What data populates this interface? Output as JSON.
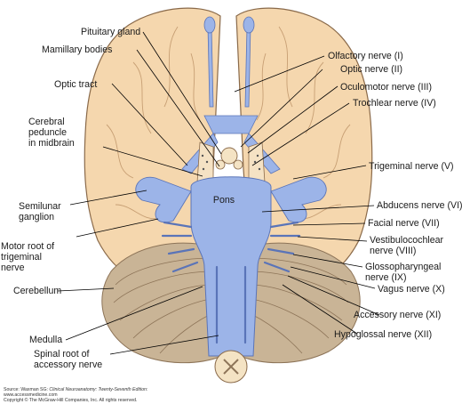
{
  "labels": {
    "pituitary_gland": "Pituitary gland",
    "mamillary_bodies": "Mamillary bodies",
    "optic_tract": "Optic tract",
    "cerebral_peduncle": [
      "Cerebral",
      "peduncle",
      "in midbrain"
    ],
    "semilunar_ganglion": [
      "Semilunar",
      "ganglion"
    ],
    "motor_root": [
      "Motor root of",
      "trigeminal",
      "nerve"
    ],
    "cerebellum": "Cerebellum",
    "medulla": "Medulla",
    "spinal_root": [
      "Spinal root of",
      "accessory nerve"
    ],
    "pons": "Pons",
    "olfactory": "Olfactory nerve (I)",
    "optic": "Optic nerve (II)",
    "oculomotor": "Oculomotor nerve (III)",
    "trochlear": "Trochlear nerve (IV)",
    "trigeminal": "Trigeminal nerve (V)",
    "abducens": "Abducens nerve (VI)",
    "facial": "Facial nerve (VII)",
    "vestibulocochlear": [
      "Vestibulocochlear",
      "nerve (VIII)"
    ],
    "glossopharyngeal": [
      "Glossopharyngeal",
      "nerve (IX)"
    ],
    "vagus": "Vagus nerve (X)",
    "accessory": "Accessory nerve (XI)",
    "hypoglossal": "Hypoglossal nerve (XII)"
  },
  "source": {
    "line1_prefix": "Source: Waxman SG: ",
    "line1_title": "Clinical Neuroanatomy: Twenty-Seventh Edition:",
    "line2": "www.accessmedicine.com",
    "line3": "Copyright © The McGraw-Hill Companies, Inc. All rights reserved."
  },
  "colors": {
    "cerebrum": "#f5d7ae",
    "cerebrum_stroke": "#8a6a4a",
    "nerve": "#9cb4e8",
    "nerve_stroke": "#5a74b8",
    "cerebellum": "#c9b496",
    "cerebellum_dark": "#8d7458",
    "leader": "#000000"
  }
}
